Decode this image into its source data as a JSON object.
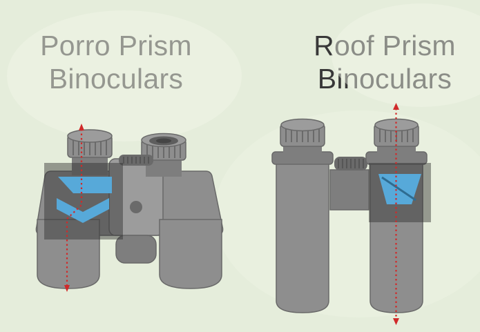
{
  "titles": {
    "porro": {
      "line1": "Porro Prism",
      "line2": "Binoculars"
    },
    "roof": {
      "line1": "Roof Prism",
      "line2": "Binoculars"
    }
  },
  "icons": {
    "porro_prism": "porro-prism-icon",
    "roof_prism": "roof-prism-icon",
    "porro_light_path": "red-dotted-light-path-arrow",
    "roof_light_path": "red-dotted-light-path-arrow"
  },
  "colors": {
    "background": "#e5eddb",
    "blob": "#f1f6e8",
    "body": "#8e8e8e",
    "body_light": "#9c9c9c",
    "body_dark": "#7e7e7e",
    "body_darker": "#6a6a6a",
    "outline": "#686868",
    "lens": "#5e5e5e",
    "lens_dark": "#454545",
    "overlay": "#2f2f2f",
    "prism_blue": "#57a9d9",
    "prism_edge": "#2f6c91",
    "red": "#d02a2a",
    "text": "#383838"
  }
}
